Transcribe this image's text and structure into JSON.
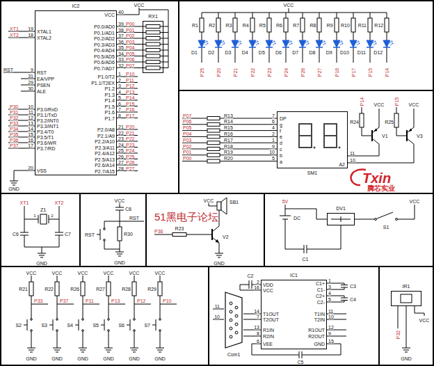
{
  "diagram": {
    "nodes": [
      {
        "text": [
          "IC2"
        ]
      },
      {
        "text": [
          "RX1"
        ]
      },
      {
        "text": [
          "SM1"
        ]
      },
      {
        "text": [
          "DV1"
        ]
      },
      {
        "text": [
          "Com1"
        ]
      },
      {
        "text": [
          "IC1"
        ]
      },
      {
        "text": [
          "IR1"
        ]
      }
    ],
    "edges": [
      {
        "from": 0,
        "to": 1,
        "arrow": "none"
      },
      {
        "from": 0,
        "to": 1,
        "arrow": "none"
      },
      {
        "from": 0,
        "to": 1,
        "arrow": "none"
      },
      {
        "from": 0,
        "to": 1,
        "arrow": "none"
      },
      {
        "from": 0,
        "to": 1,
        "arrow": "none"
      },
      {
        "from": 0,
        "to": 1,
        "arrow": "none"
      },
      {
        "from": 0,
        "to": 1,
        "arrow": "none"
      },
      {
        "from": 0,
        "to": 1,
        "arrow": "none"
      },
      {
        "from": 4,
        "to": 5,
        "arrow": "none"
      },
      {
        "from": 4,
        "to": 5,
        "arrow": "none"
      },
      {
        "from": 4,
        "to": 5,
        "arrow": "none"
      },
      {
        "from": 4,
        "to": 5,
        "arrow": "none"
      }
    ],
    "labels": [
      "XTAL1",
      "XTAL2",
      "RST",
      "EA/VPP",
      "PSEN",
      "ALE",
      "P3.0/RxD",
      "P3.1/TxD",
      "P3.2/INT0",
      "P3.3/INT1",
      "P3.4/T0",
      "P3.5/T1",
      "P3.6/WR",
      "P3.7/RD",
      "VSS",
      "19",
      "18",
      "9",
      "31",
      "29",
      "30",
      "10",
      "11",
      "12",
      "13",
      "14",
      "15",
      "16",
      "17",
      "20",
      "XT1",
      "XT2",
      "RST",
      "P30",
      "P31",
      "P32",
      "P33",
      "P34",
      "P35",
      "P36",
      "P37",
      "GND",
      "VCC",
      "P0.0/AD0",
      "P0.1/AD1",
      "P0.2/AD2",
      "P0.3/AD3",
      "P0.4/AD4",
      "P0.5/AD5",
      "P0.6/AD6",
      "P0.7/AD7",
      "P1.0/T2",
      "P1.1/T2EX",
      "P1.2",
      "P1.3",
      "P1.4",
      "P1.5",
      "P1.6",
      "P1.7",
      "P2.0/A8",
      "P2.1/A9",
      "P2.2/A10",
      "P2.3/A11",
      "P2.4/A12",
      "P2.5/A13",
      "P2.6/A14",
      "P2.7/A15",
      "40",
      "39",
      "38",
      "37",
      "36",
      "35",
      "34",
      "33",
      "32",
      "1",
      "2",
      "3",
      "4",
      "5",
      "6",
      "7",
      "8",
      "21",
      "22",
      "23",
      "24",
      "25",
      "26",
      "27",
      "28",
      "P00",
      "P01",
      "P02",
      "P03",
      "P04",
      "P05",
      "P06",
      "P07",
      "P10",
      "P11",
      "P12",
      "P13",
      "P14",
      "P15",
      "P16",
      "P17",
      "P20",
      "P21",
      "P22",
      "P23",
      "P24",
      "P25",
      "P26",
      "P27",
      "VCC",
      "VCC",
      "R1",
      "R2",
      "R3",
      "R4",
      "R5",
      "R6",
      "R7",
      "R8",
      "R9",
      "R10",
      "R11",
      "R12",
      "D1",
      "D2",
      "D3",
      "D4",
      "D5",
      "D6",
      "D7",
      "D8",
      "D9",
      "D10",
      "D11",
      "D12",
      "P25",
      "P20",
      "P21",
      "P22",
      "P23",
      "P24",
      "P26",
      "P27",
      "P16",
      "P17",
      "P15",
      "P14",
      "P07",
      "P06",
      "P05",
      "P04",
      "P03",
      "P02",
      "P01",
      "P00",
      "R13",
      "R14",
      "R15",
      "R16",
      "R17",
      "R18",
      "R19",
      "R20",
      "7",
      "6",
      "4",
      "2",
      "1",
      "9",
      "10",
      "5",
      "DP",
      "g",
      "f",
      "e",
      "d",
      "c",
      "b",
      "a",
      "A2",
      "11",
      "10",
      "R24",
      "R25",
      "P14",
      "P15",
      "VCC",
      "VCC",
      "V1",
      "V3",
      "Txin",
      "腾芯实业",
      "XT1",
      "XT2",
      "Z1",
      "1",
      "2",
      "C6",
      "C7",
      "GND",
      "VCC",
      "C8",
      "RST",
      "RST",
      "R30",
      "GND",
      "51黑电子论坛",
      "SB1",
      "VCC",
      "P36",
      "R23",
      "V2",
      "GND",
      "5V",
      "DC",
      "C1",
      "S1",
      "VCC",
      "VCC",
      "VCC",
      "VCC",
      "VCC",
      "VCC",
      "VCC",
      "R21",
      "R22",
      "R26",
      "R27",
      "R28",
      "R29",
      "P33",
      "P37",
      "P11",
      "P13",
      "P12",
      "P10",
      "S2",
      "S3",
      "S4",
      "S5",
      "S6",
      "S7",
      "GND",
      "GND",
      "GND",
      "GND",
      "GND",
      "GND",
      "VDD",
      "VCC",
      "T1OUT",
      "T2OUT",
      "R1IN",
      "R2IN",
      "VEE",
      "C1+",
      "C1-",
      "C2+",
      "C2-",
      "T1IN",
      "T2IN",
      "R1OUT",
      "R2OUT",
      "GND",
      "2",
      "16",
      "14",
      "7",
      "13",
      "8",
      "6",
      "1",
      "3",
      "4",
      "5",
      "11",
      "10",
      "12",
      "9",
      "15",
      "C2",
      "C3",
      "C4",
      "C5",
      "11",
      "10",
      "P32",
      "VCC",
      "GND"
    ]
  }
}
